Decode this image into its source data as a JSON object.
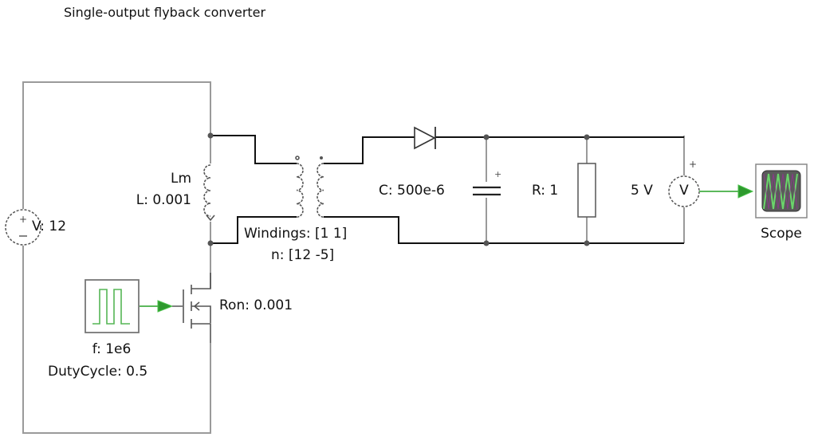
{
  "title": "Single-output flyback converter",
  "components": {
    "voltage_source": {
      "label": "V: 12",
      "plus": "+",
      "minus": "–"
    },
    "magnetizing_inductor": {
      "name": "Lm",
      "param": "L: 0.001"
    },
    "transformer": {
      "windings": "Windings:  [1 1]",
      "turns": "n: [12 -5]"
    },
    "capacitor": {
      "label": "C:  500e-6",
      "plus": "+"
    },
    "resistor": {
      "label": "R:  1"
    },
    "voltmeter": {
      "reading": "5 V",
      "symbol": "V",
      "plus": "+"
    },
    "scope": {
      "label": "Scope"
    },
    "pulse_generator": {
      "freq": "f:  1e6",
      "duty": "DutyCycle:  0.5"
    },
    "mosfet": {
      "label": "Ron:  0.001"
    }
  },
  "colors": {
    "wire_electrical": "#111111",
    "wire_frame": "#9a9a9a",
    "signal": "#3aa33a",
    "signal_fill": "#2e9a2e",
    "scope_bg": "#5a5a5a",
    "scope_trace": "#6bd66b",
    "node": "#555555"
  }
}
